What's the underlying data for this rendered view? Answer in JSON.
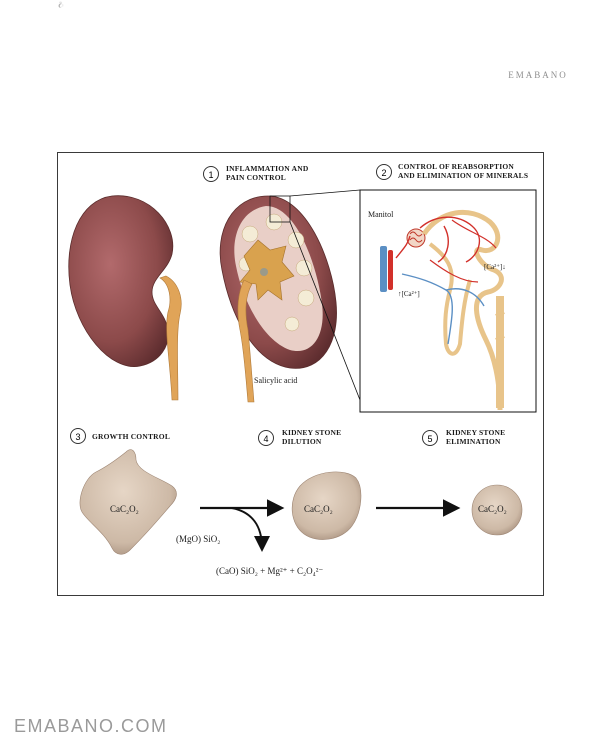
{
  "watermark": {
    "logo_text": "EMABANO"
  },
  "panels": {
    "p1": {
      "number": "1",
      "title": "INFLAMMATION AND\nPAIN CONTROL",
      "label": "Salicylic acid"
    },
    "p2": {
      "number": "2",
      "title": "CONTROL OF REABSORPTION\nAND ELIMINATION OF MINERALS",
      "labels": {
        "manitol": "Manitol",
        "ca_right": "[Ca²⁺]↓",
        "ca_left": "↑[Ca²⁺]"
      }
    },
    "p3": {
      "number": "3",
      "title": "GROWTH CONTROL",
      "crystal": "CaC₂O₂"
    },
    "p4": {
      "number": "4",
      "title": "KIDNEY STONE\nDILUTION",
      "crystal": "CaC₂O₂"
    },
    "p5": {
      "number": "5",
      "title": "KIDNEY STONE\nELIMINATION",
      "crystal": "CaC₂O₂"
    }
  },
  "reaction": {
    "reagent": "(MgO) SiO₂",
    "products": "(CaO) SiO₂ + Mg²⁺ + C₂O₄²⁻"
  },
  "footer": {
    "site": "EMABANO.COM"
  },
  "colors": {
    "kidney": "#8c4a4a",
    "ureter": "#e0a458",
    "artery": "#d2302a",
    "vein": "#5b8fc4",
    "stone": "#cdb9a6",
    "frame": "#3a3a3a"
  }
}
